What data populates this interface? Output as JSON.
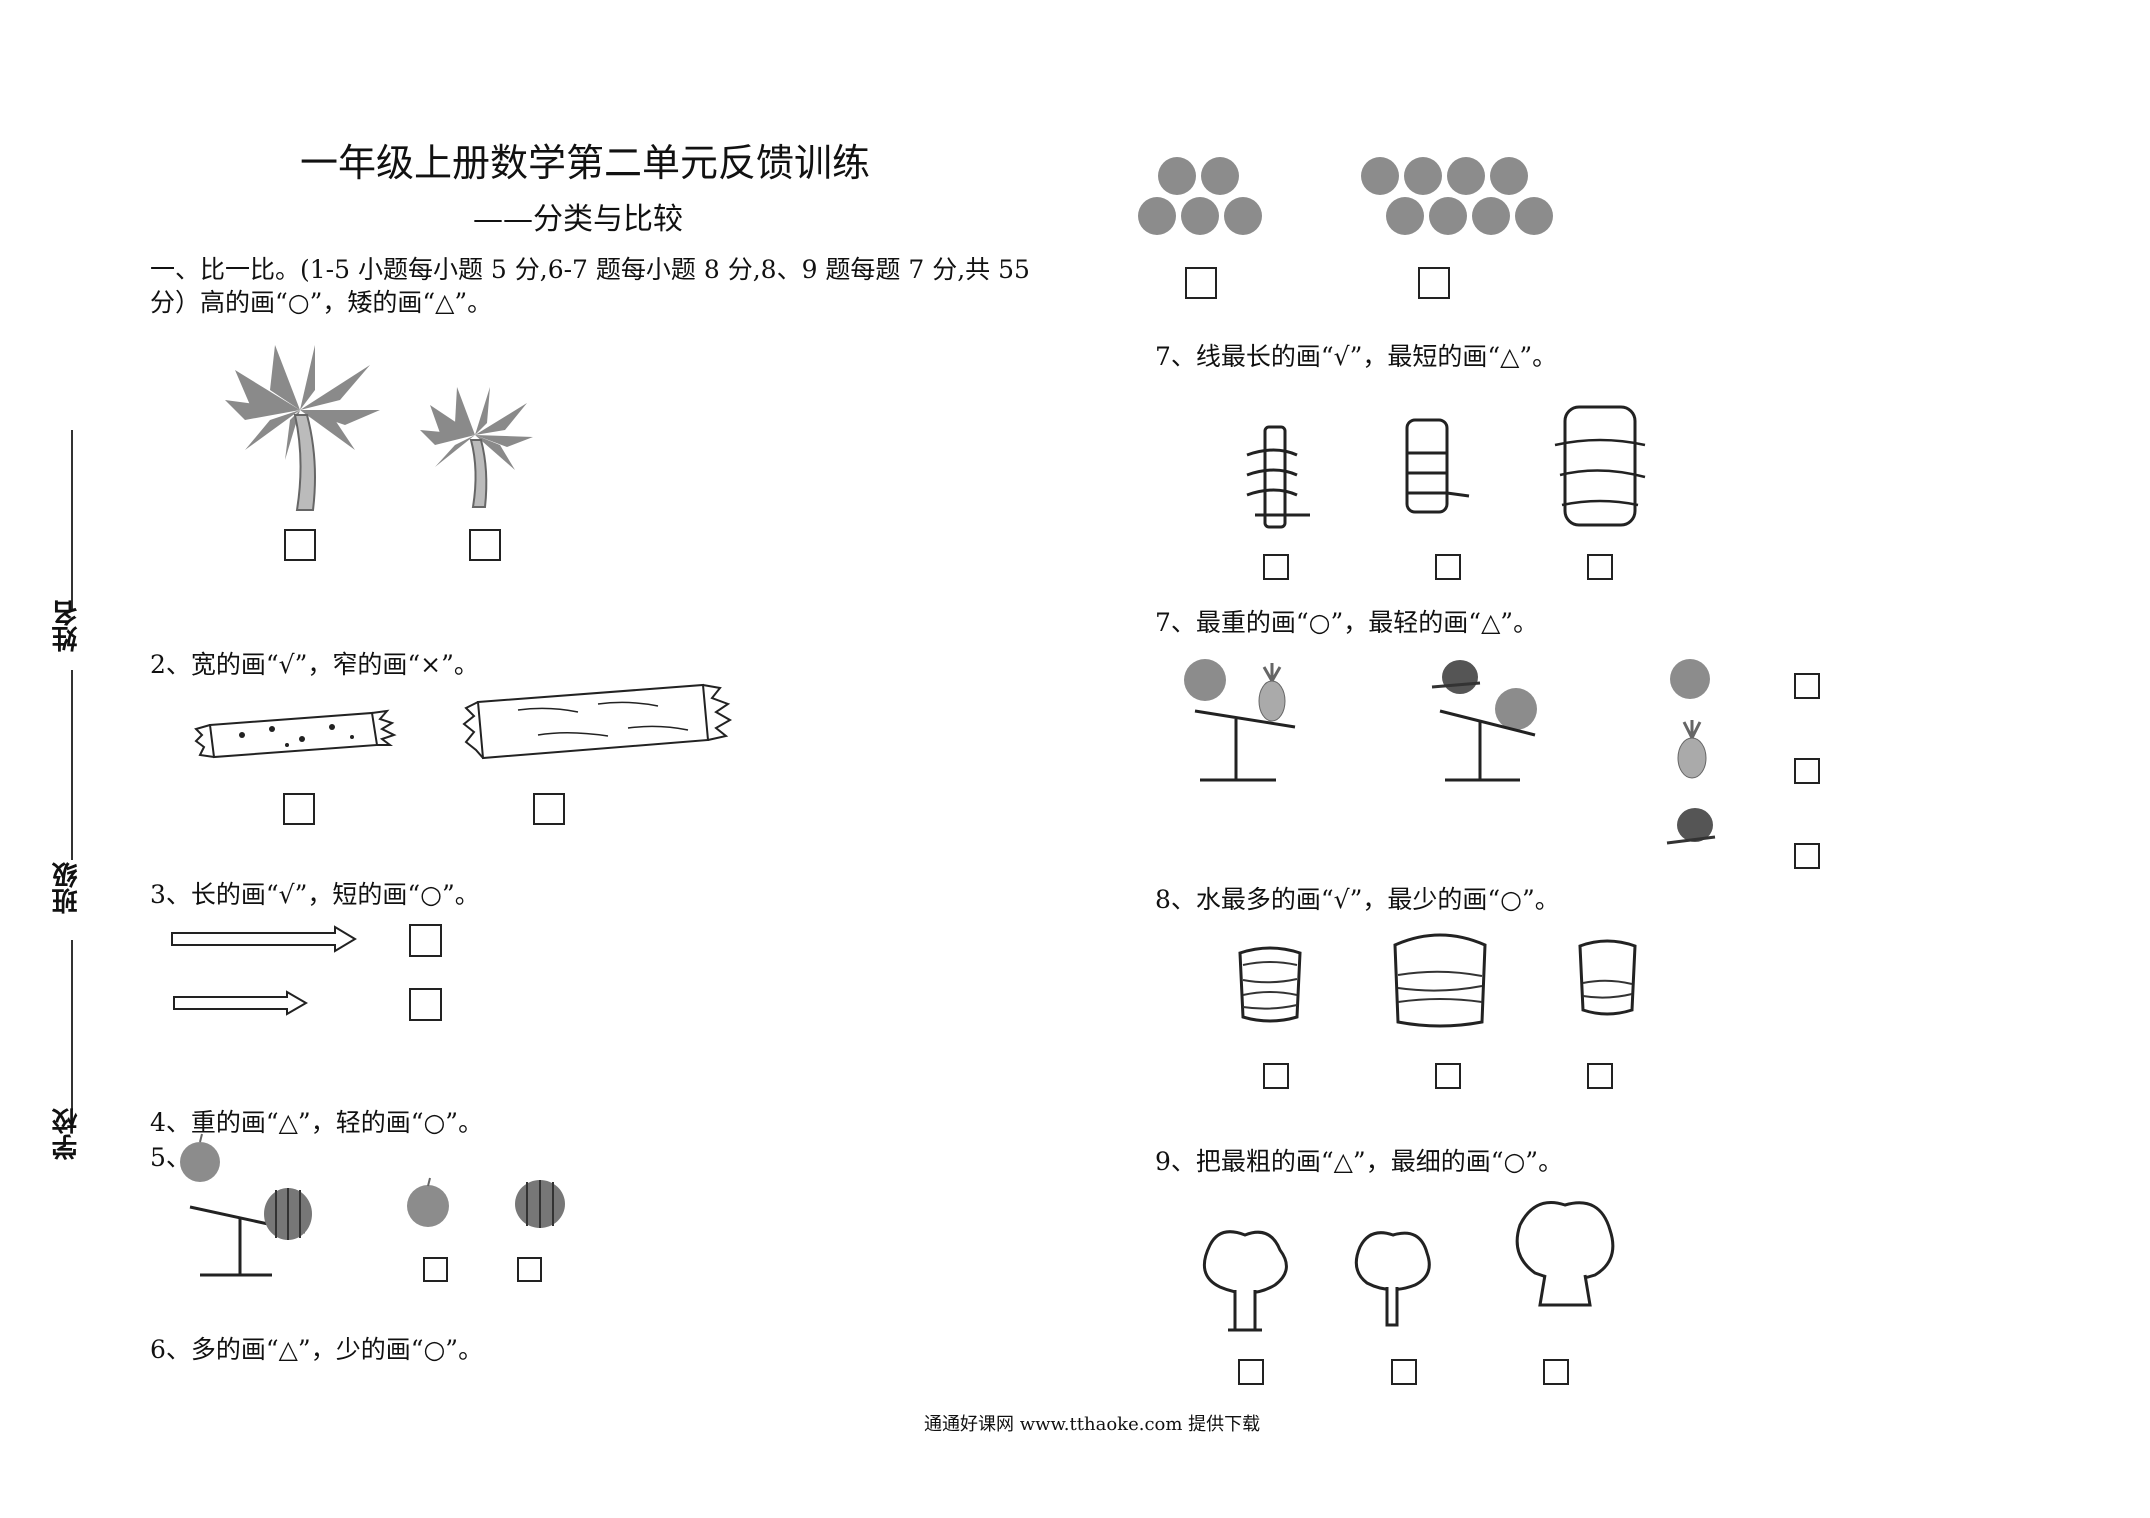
{
  "title": "一年级上册数学第二单元反馈训练",
  "subtitle": "——分类与比较",
  "binding": {
    "name": "姓名",
    "class": "班级",
    "school": "学校"
  },
  "section1": {
    "line1": "一、比一比。(1-5 小题每小题 5 分,6-7 题每小题 8 分,8、9 题每题 7 分,共 55",
    "line2": "分）高的画“○”，矮的画“△”。"
  },
  "q2": "2、宽的画“√”，窄的画“×”。",
  "q3": "3、长的画“√”，短的画“○”。",
  "q4": "4、重的画“△”，轻的画“○”。",
  "q5": "5、",
  "q6": "6、多的画“△”，少的画“○”。",
  "q7a": "7、线最长的画“√”，最短的画“△”。",
  "q7b": "7、最重的画“○”，最轻的画“△”。",
  "q8": "8、水最多的画“√”，最少的画“○”。",
  "q9": "9、把最粗的画“△”，最细的画“○”。",
  "footer": "通通好课网 www.tthaoke.com 提供下载",
  "colors": {
    "fruit": "#8c8c8c",
    "ink": "#222222"
  }
}
